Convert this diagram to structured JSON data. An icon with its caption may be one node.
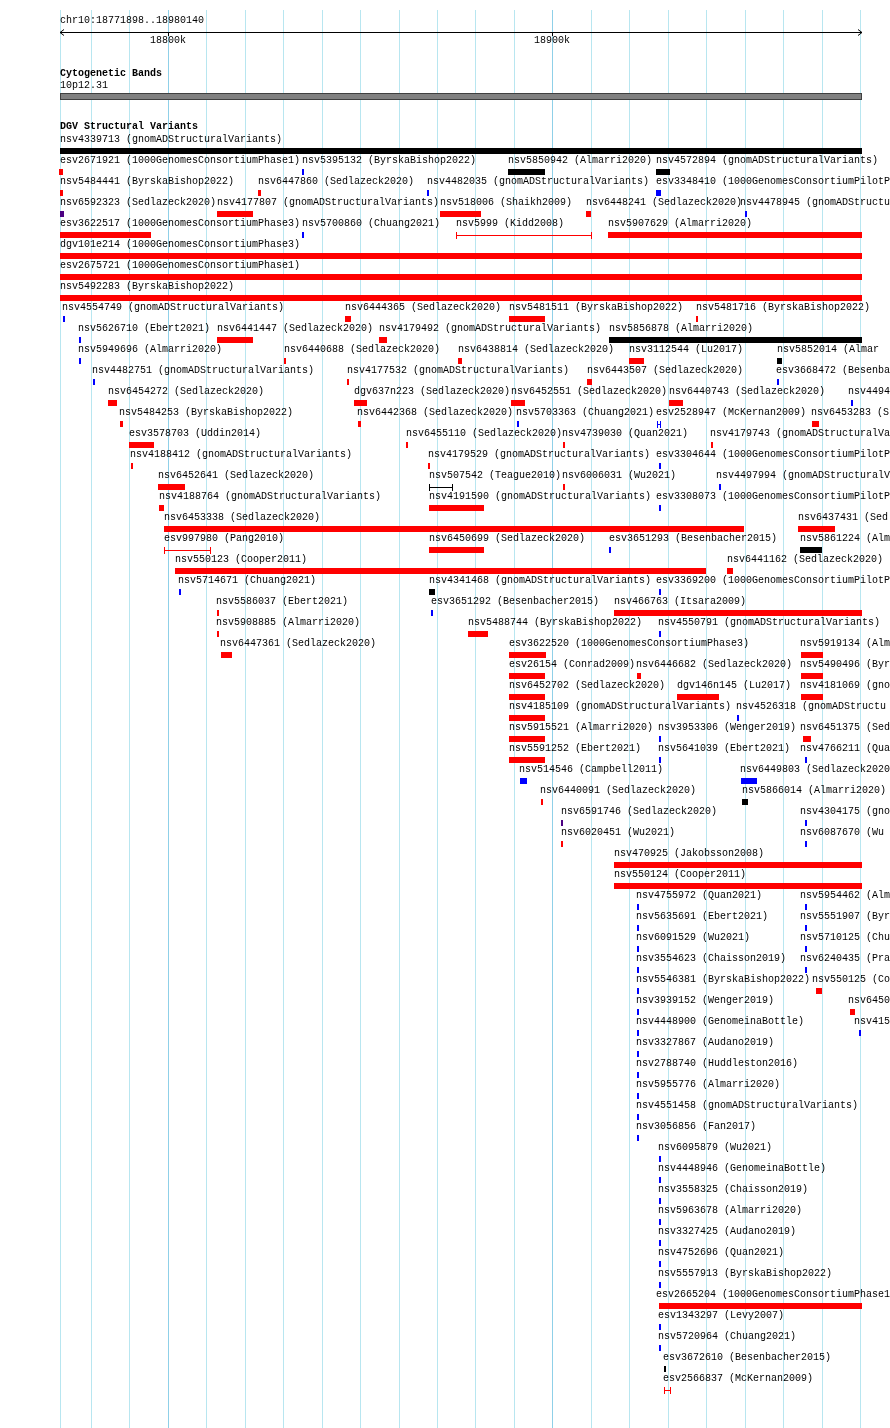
{
  "diagram": {
    "labels": [
      "chr10:18771898..18980140",
      "18800k",
      "18900k",
      "Cytogenetic Bands",
      "10p12.31",
      "DGV Structural Variants",
      "nsv4339713 (gnomADStructuralVariants)",
      "esv2671921 (1000GenomesConsortiumPhase1)",
      "nsv5395132 (ByrskaBishop2022)",
      "nsv5850942 (Almarri2020)",
      "nsv4572894 (gnomADStructuralVariants)",
      "nsv5484441 (ByrskaBishop2022)",
      "nsv6447860 (Sedlazeck2020)",
      "nsv4482035 (gnomADStructuralVariants)",
      "esv3348410 (1000GenomesConsortiumPilotP",
      "nsv6592323 (Sedlazeck2020)",
      "nsv4177807 (gnomADStructuralVariants)",
      "nsv518006 (Shaikh2009)",
      "nsv6448241 (Sedlazeck2020)",
      "nsv4478945 (gnomADStructu",
      "esv3622517 (1000GenomesConsortiumPhase3)",
      "nsv5700860 (Chuang2021)",
      "nsv5999 (Kidd2008)",
      "nsv5907629 (Almarri2020)",
      "dgv101e214 (1000GenomesConsortiumPhase3)",
      "esv2675721 (1000GenomesConsortiumPhase1)",
      "nsv5492283 (ByrskaBishop2022)",
      "nsv4554749 (gnomADStructuralVariants)",
      "nsv6444365 (Sedlazeck2020)",
      "nsv5481511 (ByrskaBishop2022)",
      "nsv5481716 (ByrskaBishop2022)",
      "nsv5626710 (Ebert2021)",
      "nsv6441447 (Sedlazeck2020)",
      "nsv4179492 (gnomADStructuralVariants)",
      "nsv5856878 (Almarri2020)",
      "nsv5949696 (Almarri2020)",
      "nsv6440688 (Sedlazeck2020)",
      "nsv6438814 (Sedlazeck2020)",
      "nsv3112544 (Lu2017)",
      "nsv5852014 (Almar",
      "nsv4482751 (gnomADStructuralVariants)",
      "nsv4177532 (gnomADStructuralVariants)",
      "nsv6443507 (Sedlazeck2020)",
      "esv3668472 (Besenba",
      "nsv6454272 (Sedlazeck2020)",
      "dgv637n223 (Sedlazeck2020)",
      "nsv6452551 (Sedlazeck2020)",
      "nsv6440743 (Sedlazeck2020)",
      "nsv4494",
      "nsv5484253 (ByrskaBishop2022)",
      "nsv6442368 (Sedlazeck2020)",
      "nsv5703363 (Chuang2021)",
      "esv2528947 (McKernan2009)",
      "nsv6453283 (S",
      "esv3578703 (Uddin2014)",
      "nsv6455110 (Sedlazeck2020)",
      "nsv4739030 (Quan2021)",
      "nsv4179743 (gnomADStructuralVa",
      "nsv4188412 (gnomADStructuralVariants)",
      "nsv4179529 (gnomADStructuralVariants)",
      "esv3304644 (1000GenomesConsortiumPilotP",
      "nsv6452641 (Sedlazeck2020)",
      "nsv507542 (Teague2010)",
      "nsv6006031 (Wu2021)",
      "nsv4497994 (gnomADStructuralV",
      "nsv4188764 (gnomADStructuralVariants)",
      "nsv4191590 (gnomADStructuralVariants)",
      "esv3308073 (1000GenomesConsortiumPilotP",
      "nsv6453338 (Sedlazeck2020)",
      "nsv6437431 (Sed",
      "esv997980 (Pang2010)",
      "nsv6450699 (Sedlazeck2020)",
      "esv3651293 (Besenbacher2015)",
      "nsv5861224 (Alm",
      "nsv550123 (Cooper2011)",
      "nsv6441162 (Sedlazeck2020)",
      "nsv5714671 (Chuang2021)",
      "nsv4341468 (gnomADStructuralVariants)",
      "esv3369200 (1000GenomesConsortiumPilotP",
      "nsv5586037 (Ebert2021)",
      "esv3651292 (Besenbacher2015)",
      "nsv466763 (Itsara2009)",
      "nsv5908885 (Almarri2020)",
      "nsv5488744 (ByrskaBishop2022)",
      "nsv4550791 (gnomADStructuralVariants)",
      "nsv6447361 (Sedlazeck2020)",
      "esv3622520 (1000GenomesConsortiumPhase3)",
      "nsv5919134 (Alm",
      "esv26154 (Conrad2009)",
      "nsv6446682 (Sedlazeck2020)",
      "nsv5490496 (Byr",
      "nsv6452702 (Sedlazeck2020)",
      "dgv146n145 (Lu2017)",
      "nsv4181069 (gno",
      "nsv4185109 (gnomADStructuralVariants)",
      "nsv4526318 (gnomADStructu",
      "nsv5915521 (Almarri2020)",
      "nsv3953306 (Wenger2019)",
      "nsv6451375 (Sed",
      "nsv5591252 (Ebert2021)",
      "nsv5641039 (Ebert2021)",
      "nsv4766211 (Qua",
      "nsv514546 (Campbell2011)",
      "nsv6449803 (Sedlazeck2020",
      "nsv6440091 (Sedlazeck2020)",
      "nsv5866014 (Almarri2020)",
      "nsv6591746 (Sedlazeck2020)",
      "nsv4304175 (gno",
      "nsv6020451 (Wu2021)",
      "nsv6087670 (Wu",
      "nsv470925 (Jakobsson2008)",
      "nsv550124 (Cooper2011)",
      "nsv4755972 (Quan2021)",
      "nsv5954462 (Alm",
      "nsv5635691 (Ebert2021)",
      "nsv5551907 (Byr",
      "nsv6091529 (Wu2021)",
      "nsv5710125 (Chu",
      "nsv3554623 (Chaisson2019)",
      "nsv6240435 (Pra",
      "nsv5546381 (ByrskaBishop2022)",
      "nsv550125 (Co",
      "nsv3939152 (Wenger2019)",
      "nsv6450",
      "nsv4448900 (GenomeinaBottle)",
      "nsv415",
      "nsv3327867 (Audano2019)",
      "nsv2788740 (Huddleston2016)",
      "nsv5955776 (Almarri2020)",
      "nsv4551458 (gnomADStructuralVariants)",
      "nsv3056856 (Fan2017)",
      "nsv6095879 (Wu2021)",
      "nsv4448946 (GenomeinaBottle)",
      "nsv3558325 (Chaisson2019)",
      "nsv5963678 (Almarri2020)",
      "nsv3327425 (Audano2019)",
      "nsv4752696 (Quan2021)",
      "nsv5557913 (ByrskaBishop2022)",
      "esv2665204 (1000GenomesConsortiumPhase1",
      "esv1343297 (Levy2007)",
      "nsv5720964 (Chuang2021)",
      "esv3672610 (Besenbacher2015)",
      "esv2566837 (McKernan2009)"
    ]
  }
}
